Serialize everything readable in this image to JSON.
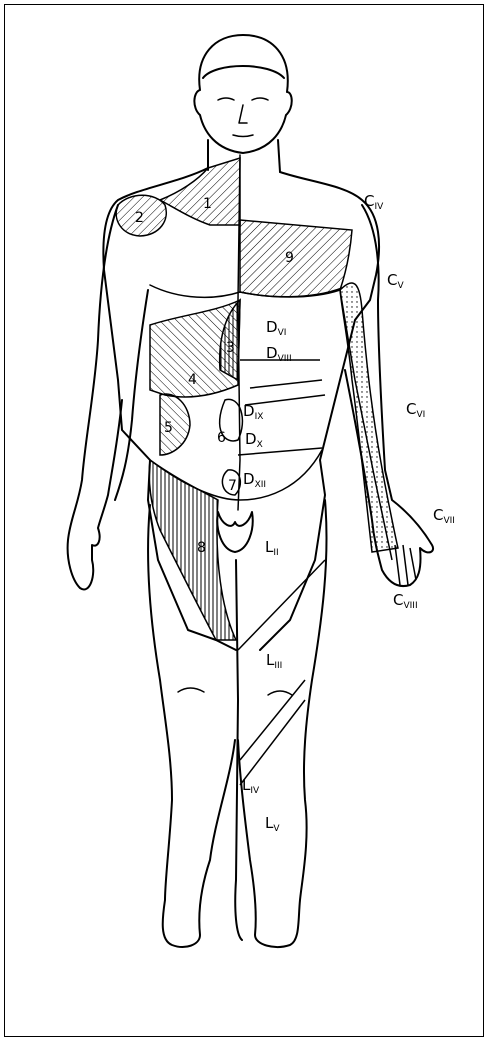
{
  "colors": {
    "stroke": "#000000",
    "background": "#ffffff"
  },
  "zone_numbers": [
    "1",
    "2",
    "3",
    "4",
    "5",
    "6",
    "7",
    "8",
    "9"
  ],
  "dermatomes": [
    {
      "main": "C",
      "sub": "IV"
    },
    {
      "main": "C",
      "sub": "V"
    },
    {
      "main": "C",
      "sub": "VI"
    },
    {
      "main": "C",
      "sub": "VII"
    },
    {
      "main": "C",
      "sub": "VIII"
    },
    {
      "main": "D",
      "sub": "VI"
    },
    {
      "main": "D",
      "sub": "VIII"
    },
    {
      "main": "D",
      "sub": "IX"
    },
    {
      "main": "D",
      "sub": "X"
    },
    {
      "main": "D",
      "sub": "XII"
    },
    {
      "main": "L",
      "sub": "II"
    },
    {
      "main": "L",
      "sub": "III"
    },
    {
      "main": "L",
      "sub": "IV"
    },
    {
      "main": "L",
      "sub": "V"
    }
  ]
}
